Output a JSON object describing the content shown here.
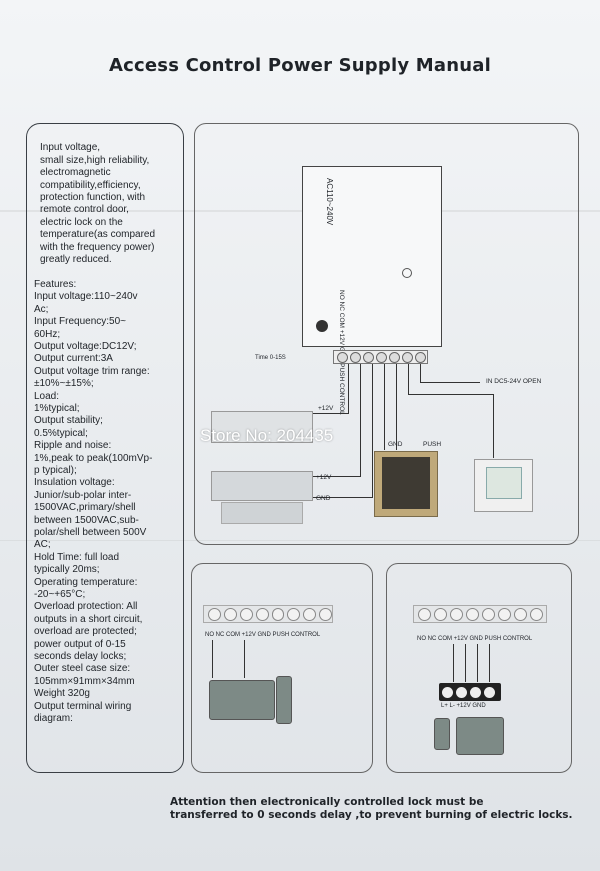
{
  "title": "Access Control Power Supply Manual",
  "specs": {
    "intro": "Input voltage,\nsmall size,high reliability,\nelectromagnetic\ncompatibility,efficiency,\nprotection function, with\nremote control door,\nelectric lock on the\ntemperature(as compared\nwith the frequency power)\ngreatly reduced.",
    "body": "Features:\nInput voltage:110~240v\nAc;\nInput Frequency:50~\n60Hz;\nOutput voltage:DC12V;\nOutput current:3A\nOutput voltage trim range:\n±10%~±15%;\nLoad:\n1%typical;\nOutput stability;\n0.5%typical;\nRipple and noise:\n1%,peak to peak(100mVp-\np typical);\nInsulation voltage:\nJunior/sub-polar inter-\n1500VAC,primary/shell\nbetween 1500VAC,sub-\npolar/shell between 500V\nAC;\nHold Time: full load\ntypically 20ms;\nOperating temperature:\n-20~+65°C;\nOverload protection: All\noutputs in a short circuit,\noverload are protected;\npower output of 0-15\nseconds delay locks;\nOuter steel case size:\n105mm×91mm×34mm\nWeight 320g\nOutput terminal wiring\ndiagram:"
  },
  "diagram": {
    "ac_label": "AC110~240V",
    "device_labels": "NO NC COM +12V GND PUSH CONTROL",
    "time": "Time 0-15S",
    "dc_open": "IN DC5-24V OPEN",
    "v12_top": "+12V",
    "v12_bottom": "+12V",
    "gnd": "GND",
    "gnd2": "GND",
    "push": "PUSH"
  },
  "lower_left": {
    "terminals": "NO  NC  COM +12V GND PUSH CONTROL"
  },
  "lower_right": {
    "terminals": "NO  NC  COM +12V GND PUSH CONTROL",
    "mini": "L+  L-  +12V GND"
  },
  "watermark": "Store No: 204435",
  "attention": "Attention then electronically controlled lock must be\ntransferred to 0 seconds delay ,to prevent burning of electric locks."
}
